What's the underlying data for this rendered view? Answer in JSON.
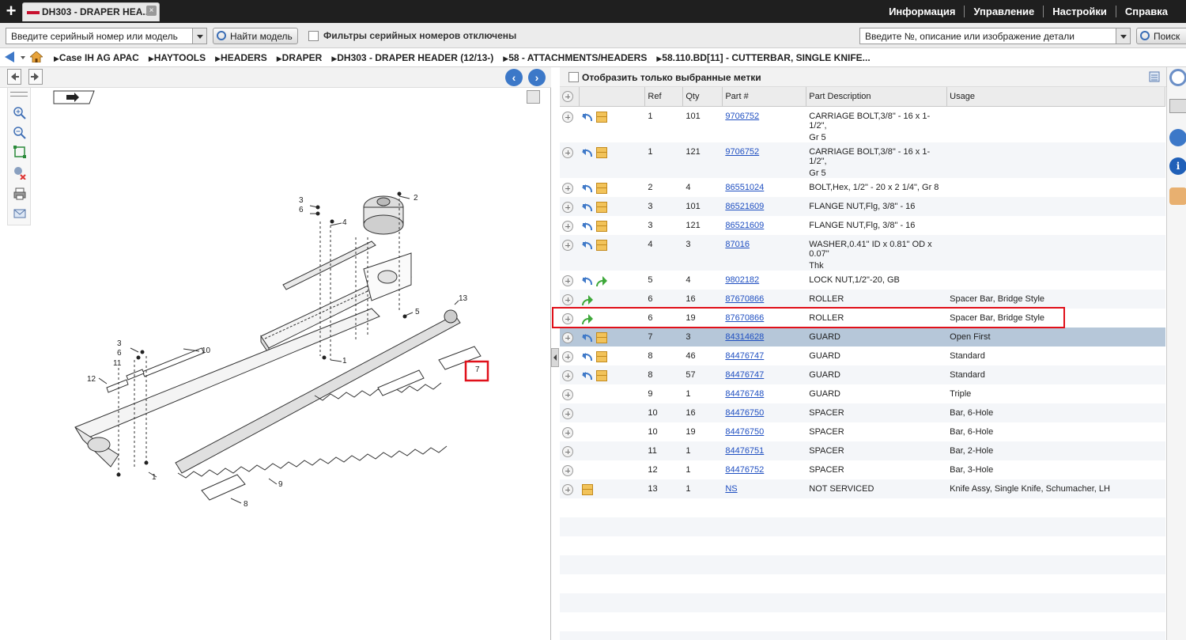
{
  "topbar": {
    "tab_title": "DH303 - DRAPER HEA...",
    "close": "×",
    "menu": [
      "Информация",
      "Управление",
      "Настройки",
      "Справка"
    ]
  },
  "search": {
    "serial_placeholder": "Введите серийный номер или модель",
    "find_model": "Найти модель",
    "filters_label": "Фильтры серийных номеров отключены",
    "part_placeholder": "Введите №, описание или изображение детали",
    "search_btn": "Поиск"
  },
  "breadcrumb": [
    "Case IH AG APAC",
    "HAYTOOLS",
    "HEADERS",
    "DRAPER",
    "DH303 - DRAPER HEADER (12/13-)",
    "58 - ATTACHMENTS/HEADERS",
    "58.110.BD[11] - CUTTERBAR, SINGLE KNIFE..."
  ],
  "parts_panel": {
    "show_selected_label": "Отобразить только выбранные метки",
    "columns": [
      "Ref",
      "Qty",
      "Part #",
      "Part Description",
      "Usage"
    ],
    "rows": [
      {
        "ref": "1",
        "qty": "101",
        "part": "9706752",
        "desc": "CARRIAGE BOLT,3/8\" - 16 x 1-1/2\",",
        "desc2": "Gr 5",
        "usage": "",
        "icons": "add,back,box"
      },
      {
        "ref": "1",
        "qty": "121",
        "part": "9706752",
        "desc": "CARRIAGE BOLT,3/8\" - 16 x 1-1/2\",",
        "desc2": "Gr 5",
        "usage": "",
        "icons": "add,back,box"
      },
      {
        "ref": "2",
        "qty": "4",
        "part": "86551024",
        "desc": "BOLT,Hex, 1/2\" - 20 x 2 1/4\", Gr 8",
        "desc2": "",
        "usage": "",
        "icons": "add,back,box"
      },
      {
        "ref": "3",
        "qty": "101",
        "part": "86521609",
        "desc": "FLANGE NUT,Flg, 3/8\" - 16",
        "desc2": "",
        "usage": "",
        "icons": "add,back,box"
      },
      {
        "ref": "3",
        "qty": "121",
        "part": "86521609",
        "desc": "FLANGE NUT,Flg, 3/8\" - 16",
        "desc2": "",
        "usage": "",
        "icons": "add,back,box"
      },
      {
        "ref": "4",
        "qty": "3",
        "part": "87016",
        "desc": "WASHER,0.41\" ID x 0.81\" OD x 0.07\"",
        "desc2": "Thk",
        "usage": "",
        "icons": "add,back,box"
      },
      {
        "ref": "5",
        "qty": "4",
        "part": "9802182",
        "desc": "LOCK NUT,1/2\"-20, GB",
        "desc2": "",
        "usage": "",
        "icons": "add,back,arrow"
      },
      {
        "ref": "6",
        "qty": "16",
        "part": "87670866",
        "desc": "ROLLER",
        "desc2": "",
        "usage": "Spacer Bar, Bridge Style",
        "icons": "add,arrow"
      },
      {
        "ref": "6",
        "qty": "19",
        "part": "87670866",
        "desc": "ROLLER",
        "desc2": "",
        "usage": "Spacer Bar, Bridge Style",
        "icons": "add,arrow"
      },
      {
        "ref": "7",
        "qty": "3",
        "part": "84314628",
        "desc": "GUARD",
        "desc2": "",
        "usage": "Open First",
        "icons": "add,back,box",
        "selected": true
      },
      {
        "ref": "8",
        "qty": "46",
        "part": "84476747",
        "desc": "GUARD",
        "desc2": "",
        "usage": "Standard",
        "icons": "add,back,box"
      },
      {
        "ref": "8",
        "qty": "57",
        "part": "84476747",
        "desc": "GUARD",
        "desc2": "",
        "usage": "Standard",
        "icons": "add,back,box"
      },
      {
        "ref": "9",
        "qty": "1",
        "part": "84476748",
        "desc": "GUARD",
        "desc2": "",
        "usage": "Triple",
        "icons": "add"
      },
      {
        "ref": "10",
        "qty": "16",
        "part": "84476750",
        "desc": "SPACER",
        "desc2": "",
        "usage": "Bar, 6-Hole",
        "icons": "add"
      },
      {
        "ref": "10",
        "qty": "19",
        "part": "84476750",
        "desc": "SPACER",
        "desc2": "",
        "usage": "Bar, 6-Hole",
        "icons": "add"
      },
      {
        "ref": "11",
        "qty": "1",
        "part": "84476751",
        "desc": "SPACER",
        "desc2": "",
        "usage": "Bar, 2-Hole",
        "icons": "add"
      },
      {
        "ref": "12",
        "qty": "1",
        "part": "84476752",
        "desc": "SPACER",
        "desc2": "",
        "usage": "Bar, 3-Hole",
        "icons": "add"
      },
      {
        "ref": "13",
        "qty": "1",
        "part": "NS",
        "desc": "NOT SERVICED",
        "desc2": "",
        "usage": "Knife Assy, Single Knife, Schumacher, LH",
        "icons": "add,box"
      }
    ]
  },
  "diagram": {
    "labels": [
      "1",
      "1",
      "2",
      "3",
      "3",
      "4",
      "5",
      "6",
      "6",
      "7",
      "8",
      "9",
      "10",
      "11",
      "12",
      "13"
    ]
  }
}
